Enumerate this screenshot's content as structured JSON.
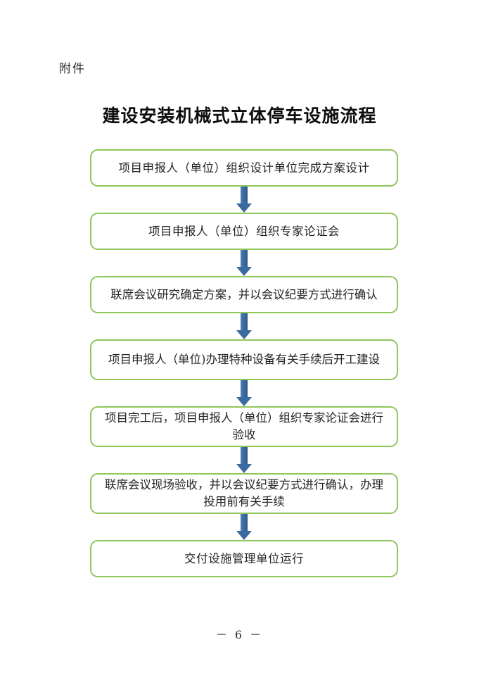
{
  "document": {
    "attachment_label": "附件",
    "title": "建设安装机械式立体停车设施流程",
    "page_number": "－ 6 －"
  },
  "colors": {
    "box_border": "#8FC75B",
    "arrow": "#3A6BA0",
    "page_background": "#ffffff",
    "text": "#232323"
  },
  "flow": {
    "arrow_icon_name": "down-arrow-icon",
    "steps": [
      {
        "index": 1,
        "text": "项目申报人（单位）组织设计单位完成方案设计",
        "lines": 1
      },
      {
        "index": 2,
        "text": "项目申报人（单位）组织专家论证会",
        "lines": 1
      },
      {
        "index": 3,
        "text": "联席会议研究确定方案，并以会议纪要方式进行确认",
        "lines": 1
      },
      {
        "index": 4,
        "text": "项目申报人（单位)办理特种设备有关手续后开工建设",
        "lines": 2
      },
      {
        "index": 5,
        "text": "项目完工后，项目申报人（单位）组织专家论证会进行验收",
        "lines": 2
      },
      {
        "index": 6,
        "text": "联席会议现场验收，并以会议纪要方式进行确认，办理投用前有关手续",
        "lines": 2
      },
      {
        "index": 7,
        "text": "交付设施管理单位运行",
        "lines": 1
      }
    ]
  }
}
